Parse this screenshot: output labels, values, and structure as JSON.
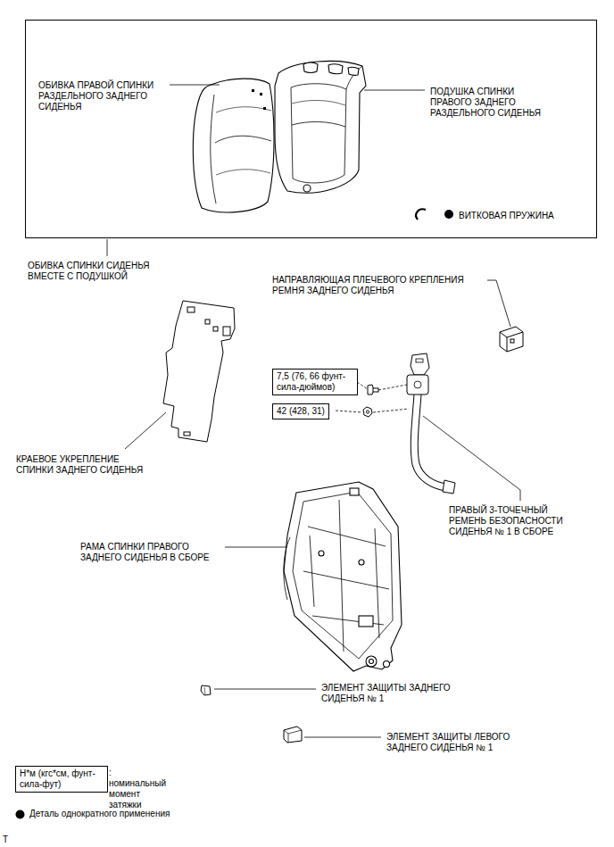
{
  "diagram": {
    "nodes": [
      {
        "text": [
          "ОБИВКА ПРАВОЙ СПИНКИ РАЗДЕЛЬНОГО ЗАДНЕГО СИДЕНЬЯ",
          "ПОДУШКА СПИНКИ ПРАВОГО ЗАДНЕГО РАЗДЕЛЬНОГО СИДЕНЬЯ",
          "ВИТКОВАЯ ПРУЖИНА",
          "ОБИВКА СПИНКИ СИДЕНЬЯ ВМЕСТЕ С ПОДУШКОЙ"
        ]
      },
      {
        "text": [
          "7,5 (76, 66 фунт-сила-дюймов)"
        ]
      },
      {
        "text": [
          "42 (428, 31)"
        ]
      },
      {
        "text": [
          "Н*м (кгс*см, фунт-сила-фут)"
        ]
      }
    ],
    "labels": [
      "НАПРАВЛЯЮЩАЯ ПЛЕЧЕВОГО КРЕПЛЕНИЯ РЕМНЯ ЗАДНЕГО СИДЕНЬЯ",
      "КРАЕВОЕ УКРЕПЛЕНИЕ СПИНКИ ЗАДНЕГО СИДЕНЬЯ",
      "ПРАВЫЙ 3-ТОЧЕЧНЫЙ РЕМЕНЬ БЕЗОПАСНОСТИ СИДЕНЬЯ № 1 В СБОРЕ",
      "РАМА СПИНКИ ПРАВОГО ЗАДНЕГО СИДЕНЬЯ В СБОРЕ",
      "ЭЛЕМЕНТ ЗАЩИТЫ ЗАДНЕГО СИДЕНЬЯ № 1",
      "ЭЛЕМЕНТ ЗАЩИТЫ ЛЕВОГО ЗАДНЕГО СИДЕНЬЯ № 1",
      "T"
    ],
    "legend": [
      {
        "text": ": номинальный момент затяжки"
      },
      {
        "text": "Деталь однократного применения",
        "color": "#000000"
      }
    ]
  }
}
